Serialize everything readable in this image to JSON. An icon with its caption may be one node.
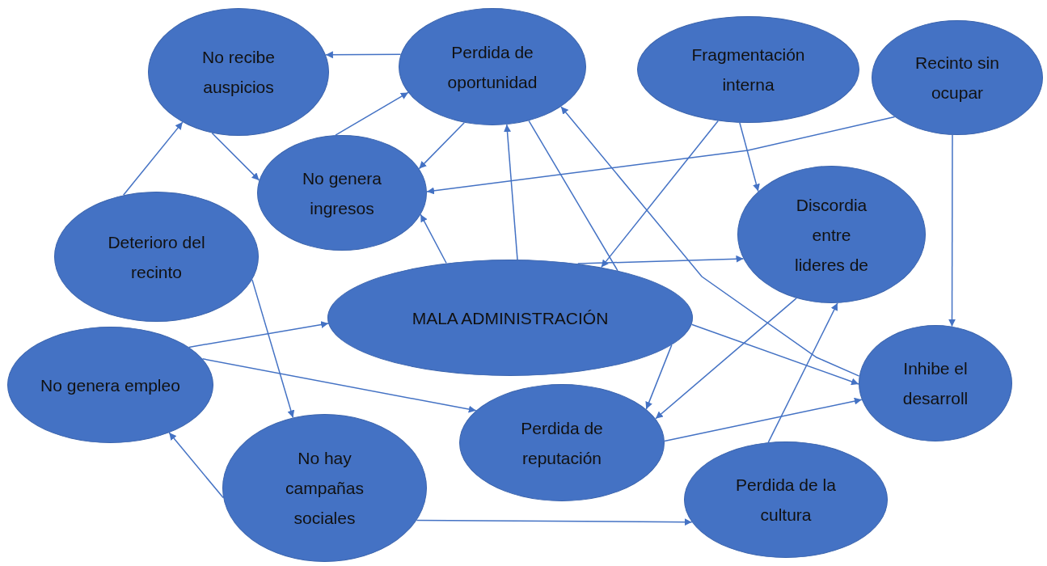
{
  "diagram": {
    "nodes": [
      {
        "text": [
          "No recibe auspicios"
        ]
      },
      {
        "text": [
          "Perdida de oportunidad"
        ]
      },
      {
        "text": [
          "Fragmentación interna"
        ]
      },
      {
        "text": [
          "Recinto sin ocupar"
        ]
      },
      {
        "text": [
          "No genera ingresos"
        ]
      },
      {
        "text": [
          "Discordia entre lideres de"
        ]
      },
      {
        "text": [
          "Deterioro del recinto"
        ]
      },
      {
        "text": [
          "MALA ADMINISTRACIÓN"
        ]
      },
      {
        "text": [
          "No genera empleo"
        ]
      },
      {
        "text": [
          "Perdida de reputación"
        ]
      },
      {
        "text": [
          "Inhibe el desarroll"
        ]
      },
      {
        "text": [
          "No hay campañas sociales"
        ]
      },
      {
        "text": [
          "Perdida de la cultura"
        ]
      }
    ],
    "edges": [
      {
        "from": 1,
        "to": 0,
        "arrow": "to"
      },
      {
        "from": 4,
        "to": 1,
        "arrow": "to"
      },
      {
        "from": 0,
        "to": 4,
        "arrow": "to"
      },
      {
        "from": 6,
        "to": 0,
        "arrow": "to"
      },
      {
        "from": 1,
        "to": 4,
        "arrow": "to"
      },
      {
        "from": 3,
        "to": 4,
        "arrow": "to"
      },
      {
        "from": 7,
        "to": 4,
        "arrow": "to"
      },
      {
        "from": 7,
        "to": 1,
        "arrow": "to"
      },
      {
        "from": 1,
        "to": 7,
        "arrow": "none"
      },
      {
        "from": 2,
        "to": 7,
        "arrow": "to"
      },
      {
        "from": 2,
        "to": 5,
        "arrow": "to"
      },
      {
        "from": 7,
        "to": 5,
        "arrow": "to"
      },
      {
        "from": 10,
        "to": 1,
        "arrow": "to"
      },
      {
        "from": 3,
        "to": 10,
        "arrow": "to"
      },
      {
        "from": 8,
        "to": 7,
        "arrow": "to"
      },
      {
        "from": 8,
        "to": 9,
        "arrow": "to"
      },
      {
        "from": 6,
        "to": 11,
        "arrow": "to"
      },
      {
        "from": 7,
        "to": 9,
        "arrow": "to"
      },
      {
        "from": 5,
        "to": 9,
        "arrow": "to"
      },
      {
        "from": 7,
        "to": 10,
        "arrow": "to"
      },
      {
        "from": 9,
        "to": 10,
        "arrow": "to"
      },
      {
        "from": 12,
        "to": 5,
        "arrow": "to"
      },
      {
        "from": 11,
        "to": 8,
        "arrow": "to"
      },
      {
        "from": 11,
        "to": 12,
        "arrow": "to"
      }
    ]
  }
}
